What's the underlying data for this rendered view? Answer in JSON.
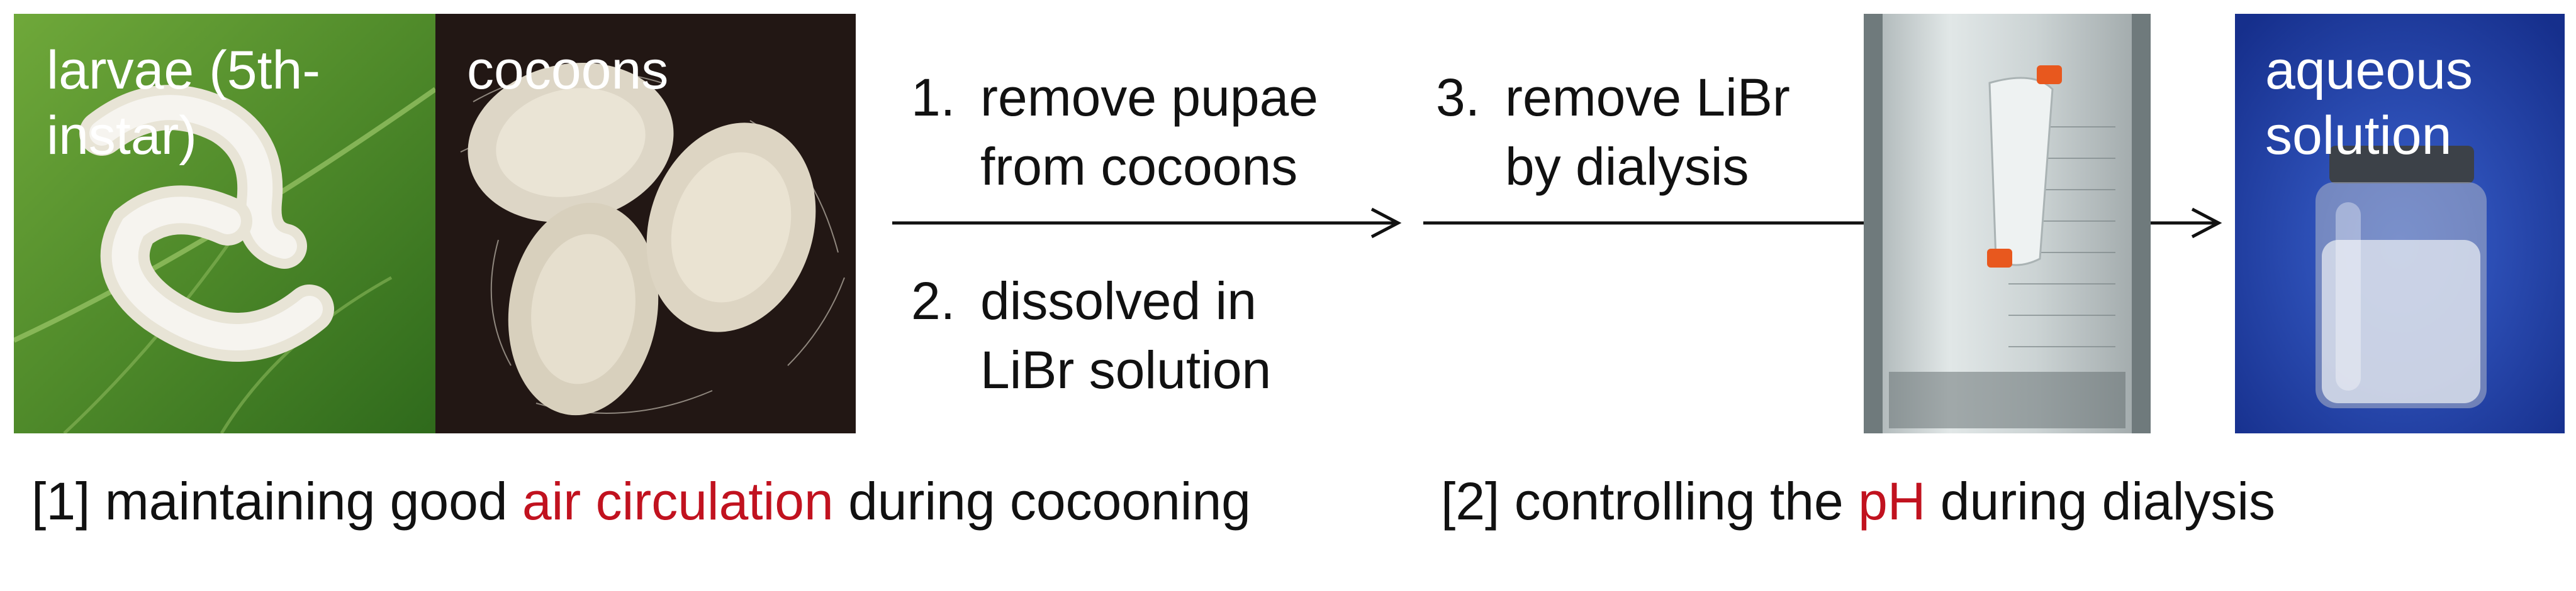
{
  "panels": {
    "larvae_label": "larvae (5th-\ninstar)",
    "cocoons_label": "cocoons",
    "solution_label": "aqueous\nsolution"
  },
  "steps": [
    {
      "number": "1.",
      "text": "remove pupae\nfrom cocoons"
    },
    {
      "number": "2.",
      "text": "dissolved in\nLiBr solution"
    },
    {
      "number": "3.",
      "text": "remove LiBr\nby dialysis"
    }
  ],
  "captions": {
    "left": {
      "prefix": "[1] maintaining good ",
      "highlight": "air circulation",
      "suffix": " during cocooning"
    },
    "right": {
      "prefix": "[2] controlling the ",
      "highlight": "pH",
      "suffix": " during dialysis"
    }
  },
  "colors": {
    "highlight": "#c1121f",
    "leaf": "#4f8a2a",
    "cocoon_bg": "#221714",
    "solution_bg": "#1f3fa6"
  }
}
